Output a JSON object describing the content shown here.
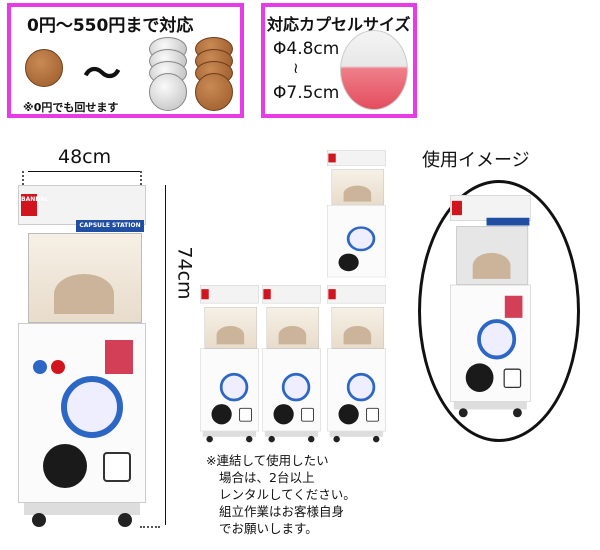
{
  "coin_box": {
    "title": "0円～550円まで対応",
    "tilde": "～",
    "note": "※0円でも回せます"
  },
  "capsule_box": {
    "title": "対応カプセルサイズ",
    "min": "Φ4.8cm",
    "range_sep": "≀",
    "max": "Φ7.5cm"
  },
  "dimensions": {
    "width": "48cm",
    "height": "74cm"
  },
  "machine": {
    "brand": "BANDAI",
    "name": "CAPSULE STATION"
  },
  "usage": {
    "title": "使用イメージ"
  },
  "connect_note": [
    "※連結して使用したい",
    "場合は、2台以上",
    "レンタルしてください。",
    "組立作業はお客様自身",
    "でお願いします。"
  ],
  "colors": {
    "frame": "#e83be8",
    "dial": "#2c67c6",
    "capsule": "#e34d5e"
  }
}
